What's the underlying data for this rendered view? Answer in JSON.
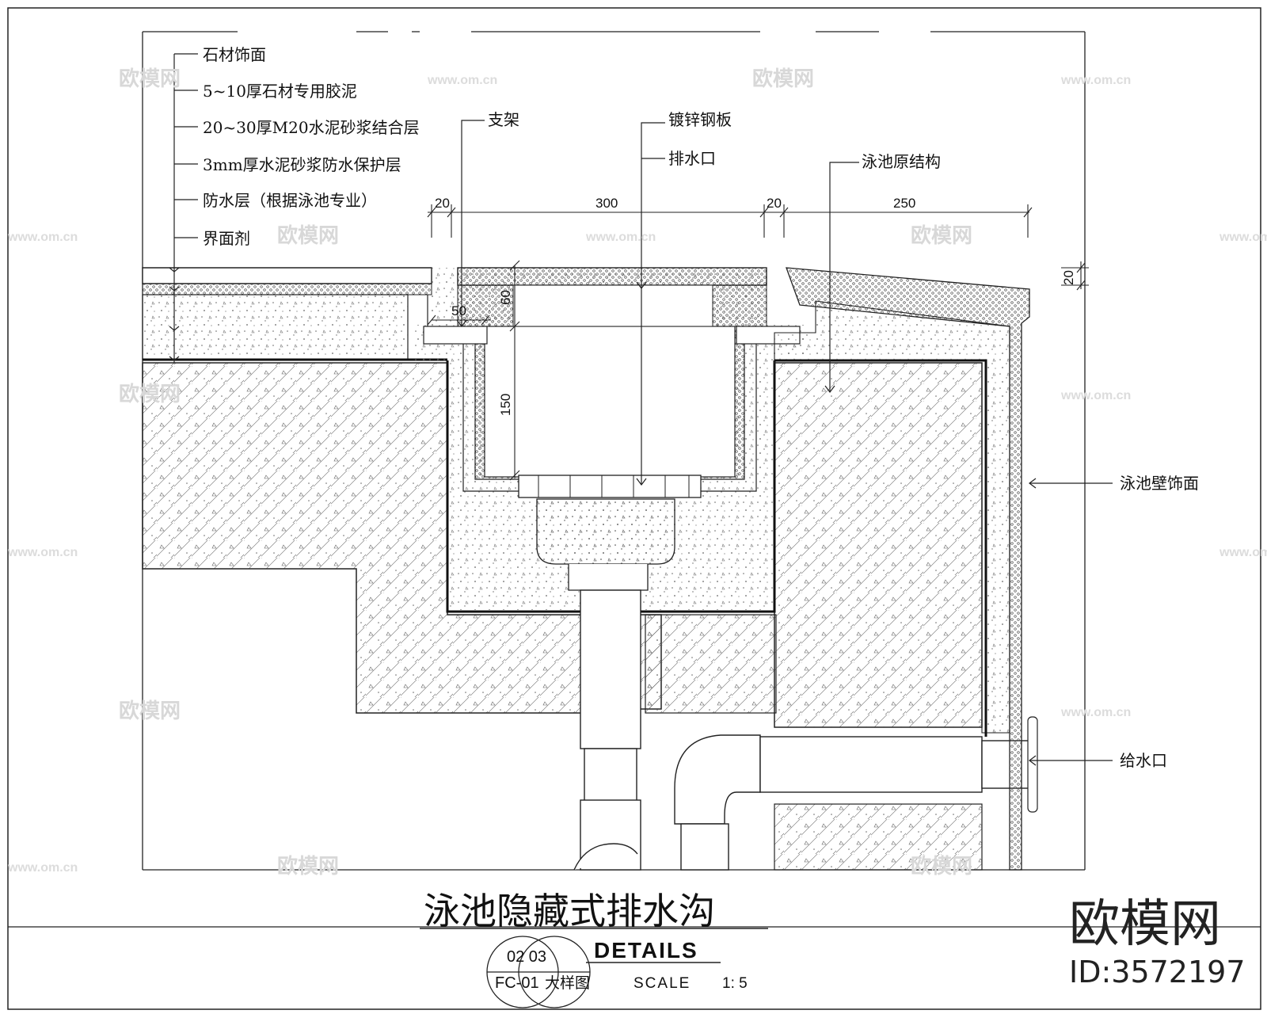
{
  "drawing": {
    "title": "泳池隐藏式排水沟",
    "details_label": "DETAILS",
    "detail_no_top": "02 03",
    "detail_no_bottom": "FC-01",
    "scale_label": "SCALE",
    "scale_value": "1: 5",
    "sheet_text": "大样图"
  },
  "layer_labels": [
    "石材饰面",
    "5~10厚石材专用胶泥",
    "20~30厚M20水泥砂浆结合层",
    "3mm厚水泥砂浆防水保护层",
    "防水层（根据泳池专业）",
    "界面剂"
  ],
  "callouts": {
    "bracket": "支架",
    "galvanized_plate": "镀锌钢板",
    "drain_outlet": "排水口",
    "pool_structure": "泳池原结构",
    "pool_wall_finish": "泳池壁饰面",
    "water_inlet": "给水口"
  },
  "dimensions": {
    "d1": "20",
    "d2": "300",
    "d3": "20",
    "d4": "250",
    "d5": "20",
    "d6": "50",
    "d7": "60",
    "d8": "150"
  },
  "watermark": {
    "brand": "欧模网",
    "domain": "www.om.cn",
    "id": "ID:3572197"
  }
}
